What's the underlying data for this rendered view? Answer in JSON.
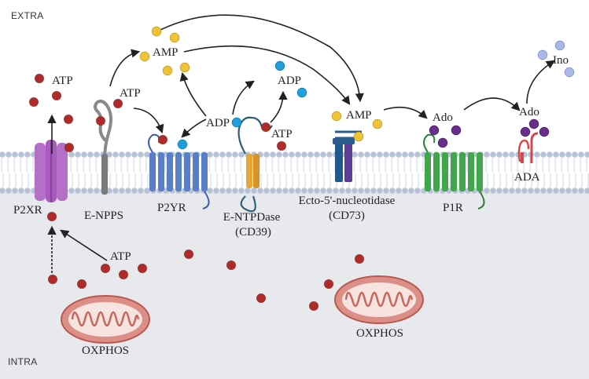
{
  "regions": {
    "extra": "EXTRA",
    "intra": "INTRA"
  },
  "labels": {
    "atp_left": "ATP",
    "atp_enpps": "ATP",
    "atp_cd39": "ATP",
    "atp_intra": "ATP",
    "amp_top": "AMP",
    "amp_cd73": "AMP",
    "adp_p2yr": "ADP",
    "adp_top": "ADP",
    "ado_p1r": "Ado",
    "ado_ada": "Ado",
    "ino": "Ino"
  },
  "proteins": {
    "p2xr": "P2XR",
    "enpps": "E-NPPS",
    "p2yr": "P2YR",
    "entpdase": "E-NTPDase",
    "cd39": "(CD39)",
    "ecto": "Ecto-5'-nucleotidase",
    "cd73": "(CD73)",
    "p1r": "P1R",
    "ada": "ADA"
  },
  "organelles": {
    "oxphos_left": "OXPHOS",
    "oxphos_right": "OXPHOS"
  },
  "colors": {
    "atp": "#b02a2a",
    "adp": "#1fa0dc",
    "amp": "#efc237",
    "ado": "#6a2e8c",
    "ino": "#a9b8e8",
    "p2xr": "#b46fc6",
    "p2yr": "#5a7fc9",
    "p1r": "#3fa64a",
    "entpdase": "#e8a634",
    "cd73": "#2a5c8c",
    "ada": "#d04c4c",
    "enpps": "#8a8a8a",
    "mito": "#dc8f86",
    "membrane": "#b7c2d6",
    "intracellular": "#e8e9ed"
  }
}
